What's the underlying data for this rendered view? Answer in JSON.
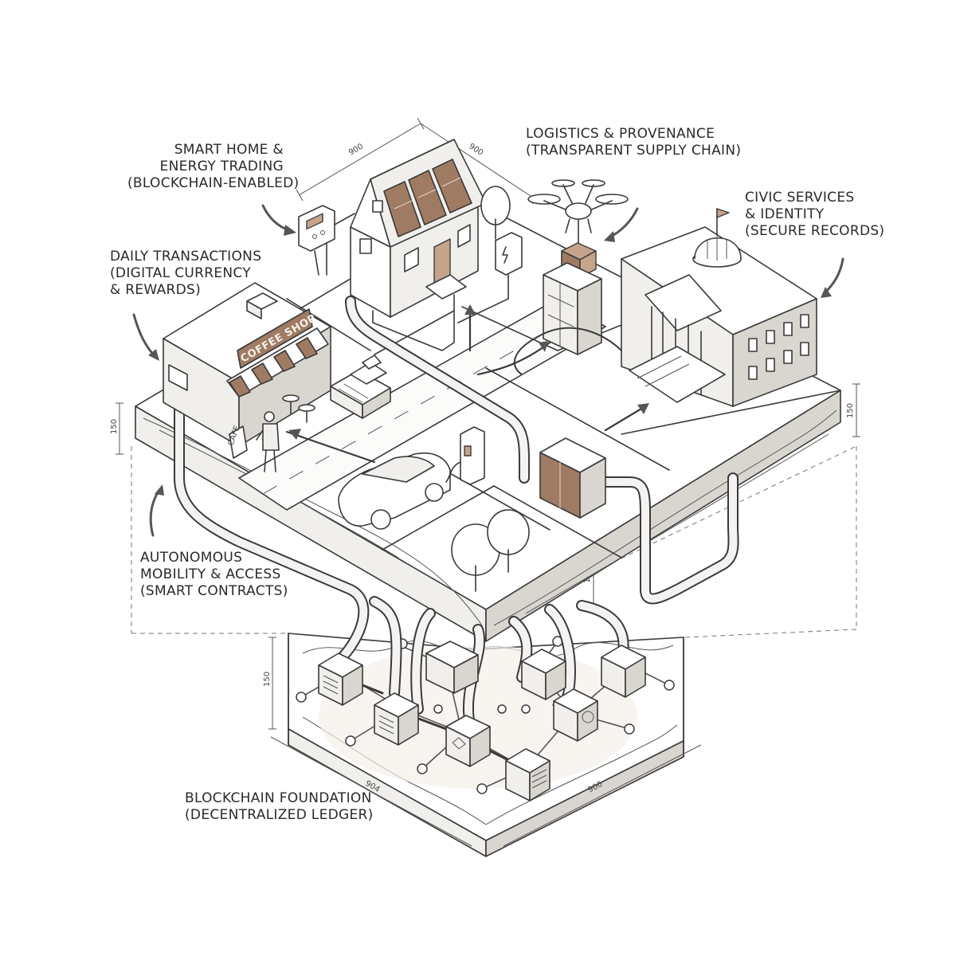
{
  "labels": {
    "smart_home": [
      "SMART HOME &",
      "ENERGY TRADING",
      "(BLOCKCHAIN-ENABLED)"
    ],
    "logistics": [
      "LOGISTICS & PROVENANCE",
      "(TRANSPARENT SUPPLY CHAIN)"
    ],
    "civic": [
      "CIVIC SERVICES",
      "& IDENTITY",
      "(SECURE RECORDS)"
    ],
    "daily": [
      "DAILY TRANSACTIONS",
      "(DIGITAL CURRENCY",
      "& REWARDS)"
    ],
    "mobility": [
      "AUTONOMOUS",
      "MOBILITY & ACCESS",
      "(SMART CONTRACTS)"
    ],
    "foundation": [
      "BLOCKCHAIN FOUNDATION",
      "(DECENTRALIZED LEDGER)"
    ]
  },
  "signs": {
    "coffee_shop": "COFFEE SHOP",
    "cafe_board": "CAFE"
  },
  "dimensions": {
    "top_left": "900",
    "top_right": "900",
    "platform_left": "150",
    "platform_right": "150",
    "column": "100",
    "base_height": "150",
    "base_left": "904",
    "base_right": "900"
  },
  "icons": [
    "house-icon",
    "solar-panel-icon",
    "smart-meter-icon",
    "ev-charger-icon",
    "drone-icon",
    "package-icon",
    "locker-icon",
    "government-building-icon",
    "flag-icon",
    "coffee-shop-icon",
    "cash-register-icon",
    "person-icon",
    "car-icon",
    "tree-icon",
    "server-cabinet-icon",
    "blockchain-node-icon",
    "ledger-document-icon",
    "gear-icon"
  ]
}
